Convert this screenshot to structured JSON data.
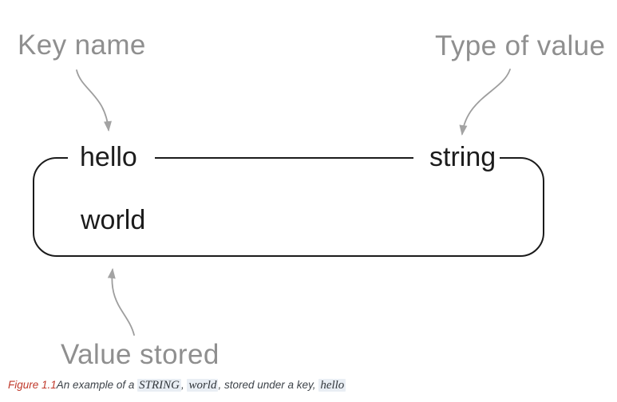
{
  "diagram": {
    "key": "hello",
    "value": "world",
    "type": "string"
  },
  "annotations": {
    "key_name": "Key name",
    "type_of_value": "Type of value",
    "value_stored": "Value stored"
  },
  "caption": {
    "figure_label": "Figure 1.1",
    "segment_1": "An example of a ",
    "code_1": "STRING",
    "segment_2": ", ",
    "code_2": "world",
    "segment_3": ", stored under a key, ",
    "code_3": "hello"
  },
  "colors": {
    "annotation_gray": "#8f8f8f",
    "diagram_ink": "#1c1c1c",
    "arrow_gray": "#9e9e9e",
    "figure_label_red": "#c0392b",
    "code_highlight_bg": "#e9eef4"
  }
}
